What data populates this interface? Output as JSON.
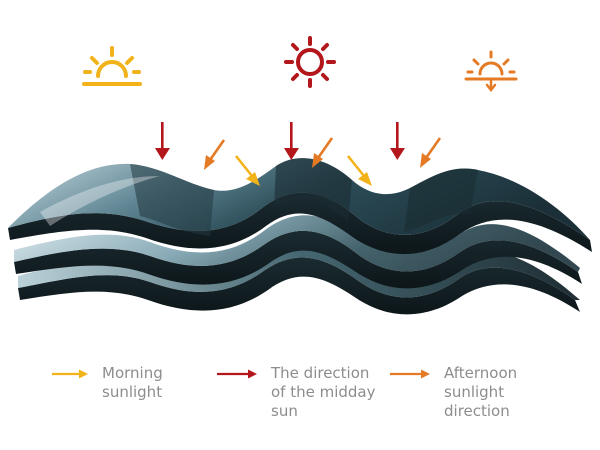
{
  "colors": {
    "morning": "#f2b21a",
    "midday": "#b3161b",
    "afternoon": "#e47a24",
    "legend_text": "#8d8d8d"
  },
  "icons": {
    "morning": "sunrise-icon",
    "midday": "sun-icon",
    "afternoon": "sunset-icon"
  },
  "legend": [
    {
      "key": "morning",
      "label": "Morning\nsunlight"
    },
    {
      "key": "midday",
      "label": "The direction\nof the midday\nsun"
    },
    {
      "key": "afternoon",
      "label": "Afternoon\nsunlight\ndirection"
    }
  ]
}
